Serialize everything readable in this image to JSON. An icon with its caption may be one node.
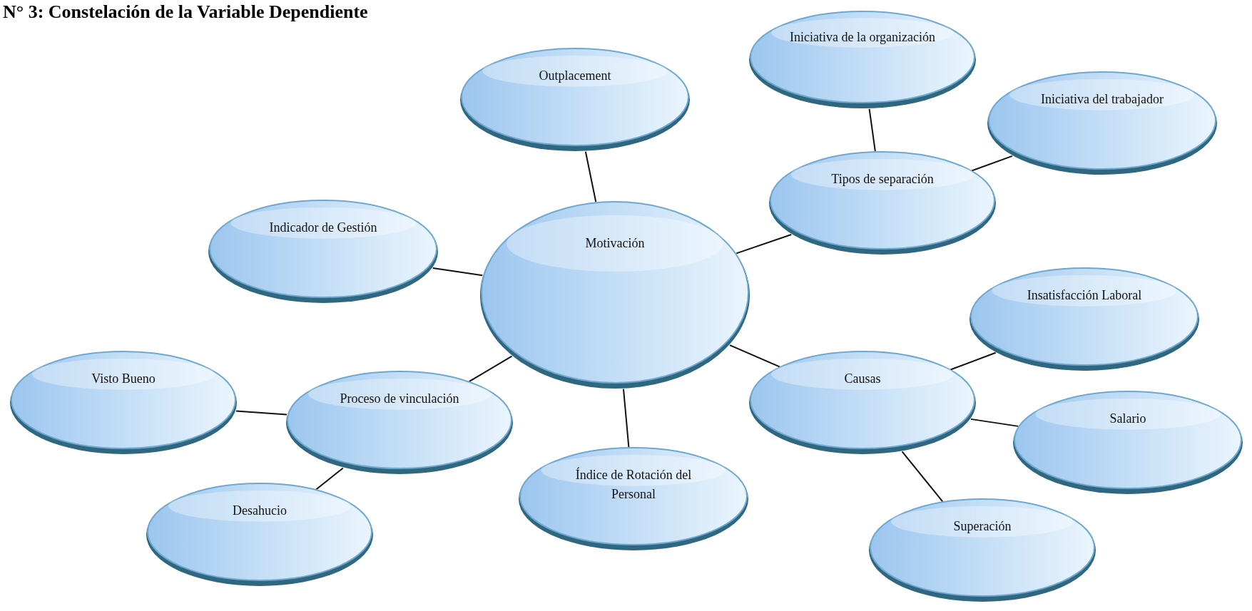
{
  "diagram": {
    "title": "N° 3: Constelación de la Variable Dependiente",
    "nodes": [
      {
        "text": [
          "Outplacement"
        ]
      },
      {
        "text": [
          "Iniciativa de la organización"
        ]
      },
      {
        "text": [
          "Iniciativa del trabajador"
        ]
      },
      {
        "text": [
          "Tipos de separación"
        ]
      },
      {
        "text": [
          "Indicador de Gestión"
        ]
      },
      {
        "text": [
          "Motivación"
        ]
      },
      {
        "text": [
          "Insatisfacción Laboral"
        ]
      },
      {
        "text": [
          "Visto Bueno"
        ]
      },
      {
        "text": [
          "Proceso de vinculación"
        ]
      },
      {
        "text": [
          "Causas"
        ]
      },
      {
        "text": [
          "Salario"
        ]
      },
      {
        "text": [
          "Índice de Rotación del Personal"
        ]
      },
      {
        "text": [
          "Desahucio"
        ]
      },
      {
        "text": [
          "Superación"
        ]
      }
    ],
    "edges": [
      {
        "from": 5,
        "to": 0,
        "arrow": "none"
      },
      {
        "from": 5,
        "to": 3,
        "arrow": "none"
      },
      {
        "from": 3,
        "to": 1,
        "arrow": "none"
      },
      {
        "from": 3,
        "to": 2,
        "arrow": "none"
      },
      {
        "from": 5,
        "to": 4,
        "arrow": "none"
      },
      {
        "from": 5,
        "to": 8,
        "arrow": "none"
      },
      {
        "from": 8,
        "to": 7,
        "arrow": "none"
      },
      {
        "from": 8,
        "to": 12,
        "arrow": "none"
      },
      {
        "from": 5,
        "to": 11,
        "arrow": "none"
      },
      {
        "from": 5,
        "to": 9,
        "arrow": "none"
      },
      {
        "from": 9,
        "to": 6,
        "arrow": "none"
      },
      {
        "from": 9,
        "to": 10,
        "arrow": "none"
      },
      {
        "from": 9,
        "to": 13,
        "arrow": "none"
      }
    ]
  }
}
